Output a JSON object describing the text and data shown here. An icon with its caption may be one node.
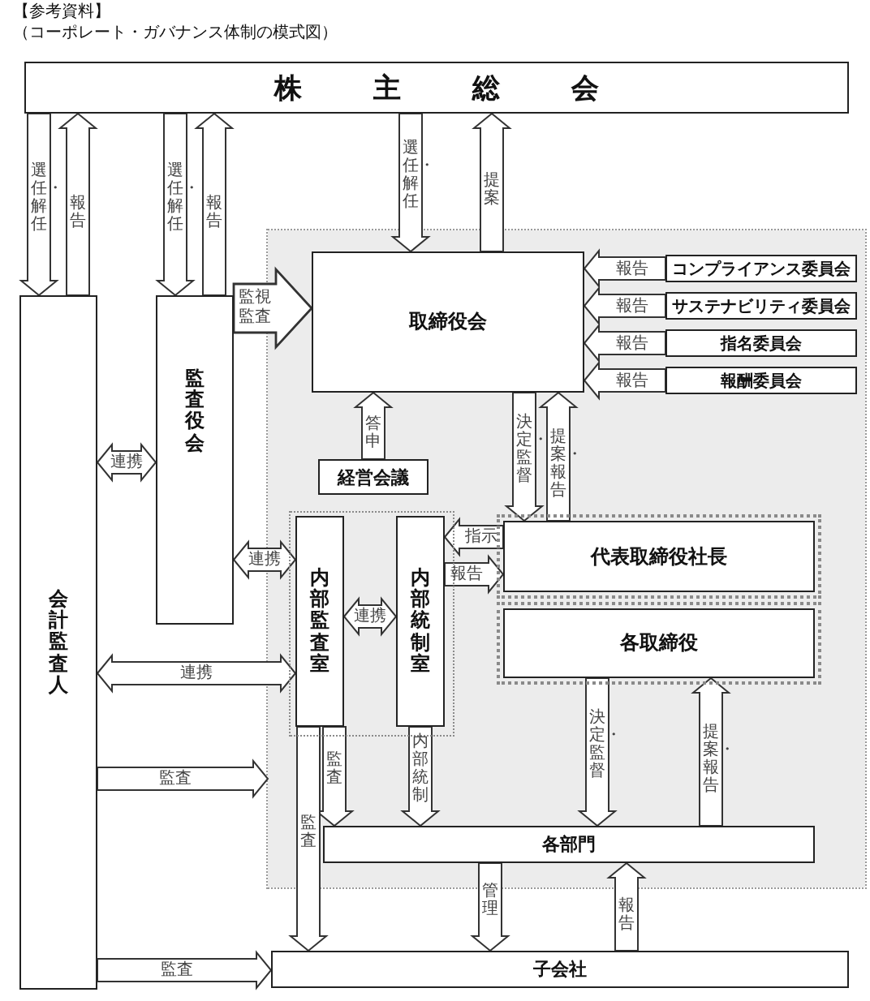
{
  "diagram": {
    "title": "【参考資料】",
    "nodes": [
      {
        "text": [
          "株主総会"
        ]
      },
      {
        "text": [
          "会計監査人"
        ]
      },
      {
        "text": [
          "監査役会"
        ]
      },
      {
        "text": [],
        "shape": "box"
      },
      {
        "text": [
          "取締役会"
        ],
        "in": 3
      },
      {
        "text": [
          "コンプライアンス委員会"
        ],
        "in": 3
      },
      {
        "text": [
          "サステナビリティ委員会"
        ],
        "in": 3
      },
      {
        "text": [
          "指名委員会"
        ],
        "in": 3
      },
      {
        "text": [
          "報酬委員会"
        ],
        "in": 3
      },
      {
        "text": [
          "経営会議"
        ],
        "in": 3
      },
      {
        "text": [
          "内部監査室"
        ],
        "in": 3
      },
      {
        "text": [
          "内部統制室"
        ],
        "in": 3
      },
      {
        "text": [
          "代表取締役社長"
        ],
        "in": 3
      },
      {
        "text": [
          "各取締役"
        ],
        "in": 3
      },
      {
        "text": [
          "各部門"
        ],
        "in": 3
      },
      {
        "text": [
          "子会社"
        ]
      }
    ],
    "edges": [
      {
        "from": 0,
        "to": 1,
        "arrow": "to",
        "label": "選任・解任"
      },
      {
        "from": 1,
        "to": 0,
        "arrow": "to",
        "label": "報告"
      },
      {
        "from": 0,
        "to": 2,
        "arrow": "to",
        "label": "選任・解任"
      },
      {
        "from": 2,
        "to": 0,
        "arrow": "to",
        "label": "報告"
      },
      {
        "from": 0,
        "to": 4,
        "arrow": "to",
        "label": "選任・解任"
      },
      {
        "from": 4,
        "to": 0,
        "arrow": "to",
        "label": "提案"
      },
      {
        "from": 2,
        "to": 4,
        "arrow": "to",
        "label": "監視監査",
        "style": "thick"
      },
      {
        "from": 5,
        "to": 4,
        "arrow": "to",
        "label": "報告"
      },
      {
        "from": 6,
        "to": 4,
        "arrow": "to",
        "label": "報告"
      },
      {
        "from": 7,
        "to": 4,
        "arrow": "to",
        "label": "報告"
      },
      {
        "from": 8,
        "to": 4,
        "arrow": "to",
        "label": "報告"
      },
      {
        "from": 9,
        "to": 4,
        "arrow": "to",
        "label": "答申"
      },
      {
        "from": 1,
        "to": 2,
        "arrow": "both",
        "label": "連携"
      },
      {
        "from": 2,
        "to": 10,
        "arrow": "both",
        "label": "連携"
      },
      {
        "from": 10,
        "to": 11,
        "arrow": "both",
        "label": "連携"
      },
      {
        "from": 1,
        "to": 10,
        "arrow": "both",
        "label": "連携"
      },
      {
        "from": 4,
        "to": 12,
        "arrow": "to",
        "label": "決定・監督"
      },
      {
        "from": 12,
        "to": 4,
        "arrow": "to",
        "label": "提案・報告"
      },
      {
        "from": 12,
        "to": 11,
        "arrow": "to",
        "label": "指示"
      },
      {
        "from": 11,
        "to": 12,
        "arrow": "to",
        "label": "報告"
      },
      {
        "from": 13,
        "to": 14,
        "arrow": "to",
        "label": "決定・監督"
      },
      {
        "from": 14,
        "to": 13,
        "arrow": "to",
        "label": "提案・報告"
      },
      {
        "from": 1,
        "to": 3,
        "arrow": "to",
        "label": "監査"
      },
      {
        "from": 1,
        "to": 15,
        "arrow": "to",
        "label": "監査"
      },
      {
        "from": 10,
        "to": 14,
        "arrow": "to",
        "label": "監査"
      },
      {
        "from": 10,
        "to": 15,
        "arrow": "to",
        "label": "監査"
      },
      {
        "from": 11,
        "to": 14,
        "arrow": "to",
        "label": "内部統制"
      },
      {
        "from": 14,
        "to": 15,
        "arrow": "to",
        "label": "管理"
      },
      {
        "from": 15,
        "to": 14,
        "arrow": "to",
        "label": "報告"
      }
    ],
    "labels": [
      "（コーポレート・ガバナンス体制の模式図）"
    ]
  }
}
